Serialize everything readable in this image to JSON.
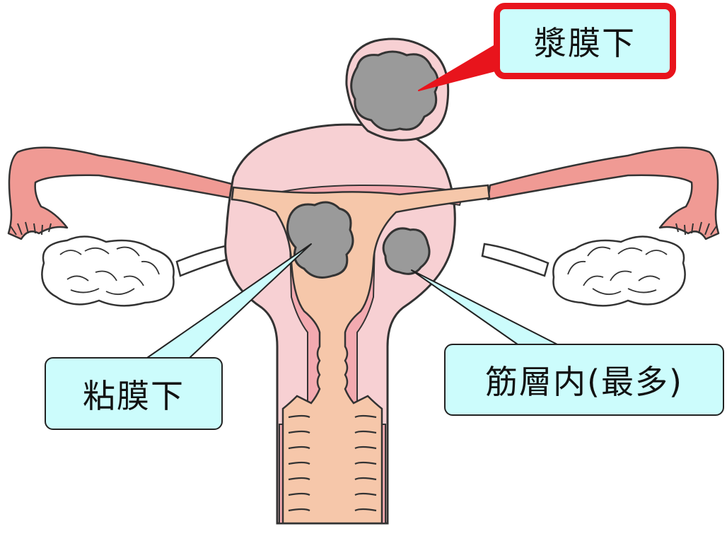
{
  "labels": {
    "subserosal": "漿膜下",
    "submucosal": "粘膜下",
    "intramural": "筋層内(最多)"
  },
  "colors": {
    "uterus_body": "#f7d0d3",
    "myometrium": "#f3aab0",
    "cavity": "#f6c7aa",
    "tube": "#f09a94",
    "fibroid": "#9a9a9a",
    "ovary": "#ffffff",
    "callout_fill": "#ccfcfc",
    "highlight_border": "#e8141c",
    "outline": "#333333"
  }
}
